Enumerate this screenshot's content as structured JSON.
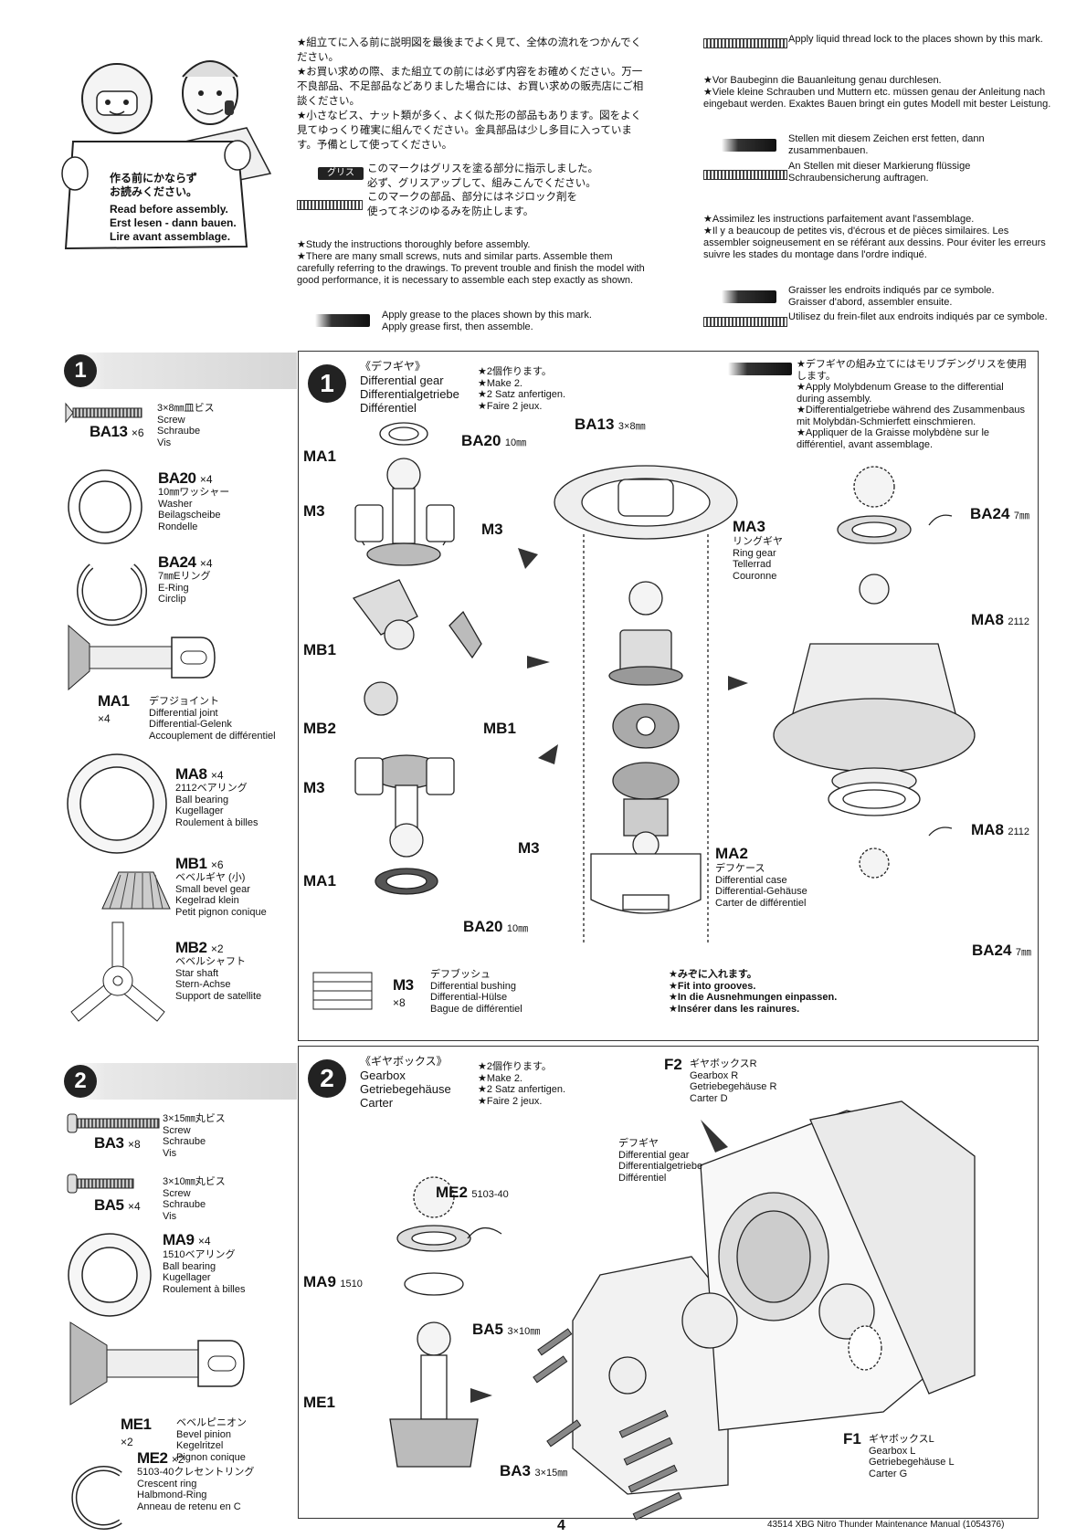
{
  "header": {
    "badge": {
      "jp": "作る前にかならず\nお読みください。",
      "en": "Read before assembly.",
      "de": "Erst lesen - dann bauen.",
      "fr": "Lire avant assemblage."
    },
    "jp_intro": "★組立てに入る前に説明図を最後までよく見て、全体の流れをつかんでください。\n★お買い求めの際、また組立ての前には必ず内容をお確めください。万一不良部品、不足部品などありました場合には、お買い求めの販売店にご相談ください。\n★小さなビス、ナット類が多く、よく似た形の部品もあります。図をよく見てゆっくり確実に組んでください。金具部品は少し多目に入っています。予備として使ってください。",
    "grease_tag": "グリス",
    "jp_grease": "このマークはグリスを塗る部分に指示しました。\n必ず、グリスアップして、組みこんでください。",
    "jp_lock": "このマークの部品、部分にはネジロック剤を\n使ってネジのゆるみを防止します。",
    "en_intro": "★Study the instructions thoroughly before assembly.\n★There are many small screws, nuts and similar parts. Assemble them carefully referring to the drawings. To prevent trouble and finish the model with good performance, it is necessary to assemble each step exactly as shown.",
    "en_grease": "Apply grease to the places shown by this mark.\nApply grease first, then assemble.",
    "en_lock": "Apply liquid thread lock to the places shown by this mark.",
    "de_intro": "★Vor Baubeginn die Bauanleitung genau durchlesen.\n★Viele kleine Schrauben und Muttern etc. müssen genau der Anleitung nach eingebaut werden. Exaktes Bauen bringt ein gutes Modell mit bester Leistung.",
    "de_grease": "Stellen mit diesem Zeichen erst fetten, dann zusammenbauen.",
    "de_lock": "An Stellen mit dieser Markierung flüssige Schraubensicherung auftragen.",
    "fr_intro": "★Assimilez les instructions parfaitement avant  l'assemblage.\n★Il y a beaucoup de petites vis, d'écrous et de pièces similaires. Les assembler soigneusement en se référant aux dessins. Pour éviter les erreurs suivre les stades du montage dans l'ordre indiqué.",
    "fr_grease": "Graisser les endroits indiqués par ce symbole.\nGraisser d'abord, assembler ensuite.",
    "fr_lock": "Utilisez du frein-filet aux endroits indiqués par ce symbole."
  },
  "step1": {
    "number": "1",
    "title_jp": "《デフギヤ》",
    "title_en": "Differential gear",
    "title_de": "Differentialgetriebe",
    "title_fr": "Différentiel",
    "make": "★2個作ります。\n★Make 2.\n★2 Satz anfertigen.\n★Faire 2 jeux.",
    "moly_note": "★デフギヤの組み立てにはモリブデングリスを使用します。\n★Apply Molybdenum Grease to the differential during assembly.\n★Differentialgetriebe während des Zusammenbaus mit Molybdän-Schmierfett einschmieren.\n★Appliquer de la Graisse molybdène sur le différentiel, avant assemblage.",
    "grooves_note": "★みぞに入れます。\n★Fit into grooves.\n★In die Ausnehmungen einpassen.\n★Insérer dans les rainures.",
    "parts": [
      {
        "code": "BA13",
        "qty": "×6",
        "desc": "3×8㎜皿ビス\nScrew\nSchraube\nVis"
      },
      {
        "code": "BA20",
        "qty": "×4",
        "desc": "10㎜ワッシャー\nWasher\nBeilagscheibe\nRondelle"
      },
      {
        "code": "BA24",
        "qty": "×4",
        "desc": "7㎜Eリング\nE-Ring\nCirclip"
      },
      {
        "code": "MA1",
        "qty": "×4",
        "desc": "デフジョイント\nDifferential joint\nDifferential-Gelenk\nAccouplement de différentiel"
      },
      {
        "code": "MA8",
        "qty": "×4",
        "desc": "2112ベアリング\nBall bearing\nKugellager\nRoulement à billes"
      },
      {
        "code": "MB1",
        "qty": "×6",
        "desc": "ベベルギヤ (小)\nSmall bevel gear\nKegelrad klein\nPetit pignon conique"
      },
      {
        "code": "MB2",
        "qty": "×2",
        "desc": "ベベルシャフト\nStar shaft\nStern-Achse\nSupport de satellite"
      }
    ],
    "m3": {
      "code": "M3",
      "qty": "×8",
      "desc": "デフブッシュ\nDifferential bushing\nDifferential-Hülse\nBague de différentiel"
    },
    "labels": {
      "ma1": "MA1",
      "m3": "M3",
      "ba20": "BA20",
      "size10": "10㎜",
      "mb1": "MB1",
      "mb2": "MB2",
      "ba13": "BA13",
      "size38": "3×8㎜",
      "ma3": "MA3",
      "ma3_desc": "リングギヤ\nRing gear\nTellerrad\nCouronne",
      "ba24": "BA24",
      "size7": "7㎜",
      "ma8": "MA8",
      "n2112": "2112",
      "ma2": "MA2",
      "ma2_desc": "デフケース\nDifferential case\nDifferential-Gehäuse\nCarter de différentiel"
    }
  },
  "step2": {
    "number": "2",
    "title_jp": "《ギヤボックス》",
    "title_en": "Gearbox",
    "title_de": "Getriebegehäuse",
    "title_fr": "Carter",
    "make": "★2個作ります。\n★Make 2.\n★2 Satz anfertigen.\n★Faire 2 jeux.",
    "parts": [
      {
        "code": "BA3",
        "qty": "×8",
        "desc": "3×15㎜丸ビス\nScrew\nSchraube\nVis"
      },
      {
        "code": "BA5",
        "qty": "×4",
        "desc": "3×10㎜丸ビス\nScrew\nSchraube\nVis"
      },
      {
        "code": "MA9",
        "qty": "×4",
        "desc": "1510ベアリング\nBall bearing\nKugellager\nRoulement à billes"
      },
      {
        "code": "ME1",
        "qty": "×2",
        "desc": "ベベルピニオン\nBevel pinion\nKegelritzel\nPignon conique"
      },
      {
        "code": "ME2",
        "qty": "×2",
        "desc": "5103-40クレセントリング\nCrescent ring\nHalbmond-Ring\nAnneau de retenu en C"
      }
    ],
    "labels": {
      "f2": "F2",
      "f2_desc": "ギヤボックスR\nGearbox R\nGetriebegehäuse R\nCarter D",
      "diff": "デフギヤ\nDifferential gear\nDifferentialgetriebe\nDifférentiel",
      "me2": "ME2",
      "n5103": "5103-40",
      "ma9": "MA9",
      "n1510": "1510",
      "ba5": "BA5",
      "size310": "3×10㎜",
      "me1": "ME1",
      "ba3": "BA3",
      "size315": "3×15㎜",
      "f1": "F1",
      "f1_desc": "ギヤボックスL\nGearbox L\nGetriebegehäuse L\nCarter G"
    }
  },
  "footer": {
    "page": "4",
    "manual": "43514  XBG Nitro Thunder Maintenance Manual (1054376)"
  }
}
